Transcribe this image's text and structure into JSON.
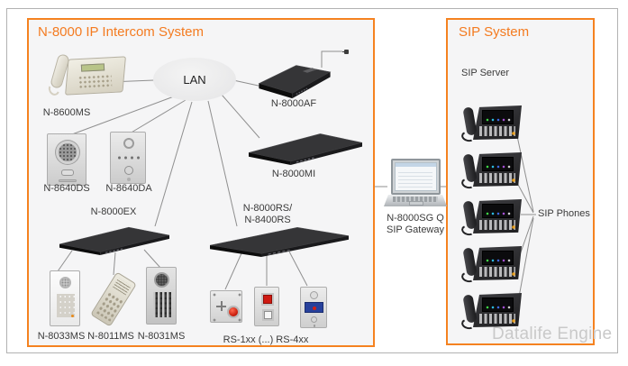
{
  "n8000_box": {
    "title": "N-8000 IP Intercom System",
    "lan_label": "LAN",
    "devices": {
      "n8600ms": "N-8600MS",
      "n8640ds": "N-8640DS",
      "n8640da": "N-8640DA",
      "n8000ex": "N-8000EX",
      "n8000af": "N-8000AF",
      "n8000mi": "N-8000MI",
      "n8000rs_line1": "N-8000RS/",
      "n8000rs_line2": "N-8400RS",
      "n8033ms": "N-8033MS",
      "n8011ms": "N-8011MS",
      "n8031ms": "N-8031MS",
      "rs_range": "RS-1xx (...) RS-4xx"
    }
  },
  "gateway": {
    "label_line1": "N-8000SG Q",
    "label_line2": "SIP Gateway"
  },
  "sip_box": {
    "title": "SIP System",
    "sip_server_label": "SIP Server",
    "sip_phones_label": "SIP Phones"
  },
  "watermark": "Datalife Engine",
  "icons": {
    "af_output_terminal": "terminal-icon"
  },
  "colors": {
    "accent_orange": "#F58220",
    "title_orange": "#F47B20",
    "frame_gray": "#B2B2B2",
    "box_background": "#F5F5F6",
    "connection_line": "#8F8F8F",
    "watermark_gray": "#C9C9C9"
  }
}
